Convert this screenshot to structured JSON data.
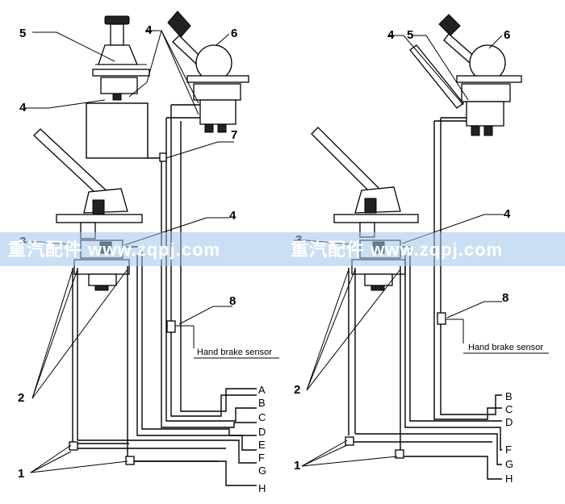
{
  "watermark": {
    "text_left": "重汽配件 www.zqpj.com",
    "text_right": "重汽配件 www.zqpj.com",
    "band_color": "#9ec4ea"
  },
  "left_diagram": {
    "callouts": {
      "c5": "5",
      "c4a": "4",
      "c4b": "4",
      "c6": "6",
      "c7": "7",
      "c4c": "4",
      "c3": "3",
      "c8": "8",
      "c2": "2",
      "c1": "1"
    },
    "sensor_label": "Hand brake sensor",
    "ports": [
      "A",
      "B",
      "C",
      "D",
      "E",
      "F",
      "G",
      "H"
    ]
  },
  "right_diagram": {
    "callouts": {
      "c4a": "4",
      "c5": "5",
      "c6": "6",
      "c4b": "4",
      "c3": "3",
      "c8": "8",
      "c2": "2",
      "c1": "1"
    },
    "sensor_label": "Hand brake sensor",
    "ports": [
      "B",
      "C",
      "D",
      "F",
      "G",
      "H"
    ]
  }
}
